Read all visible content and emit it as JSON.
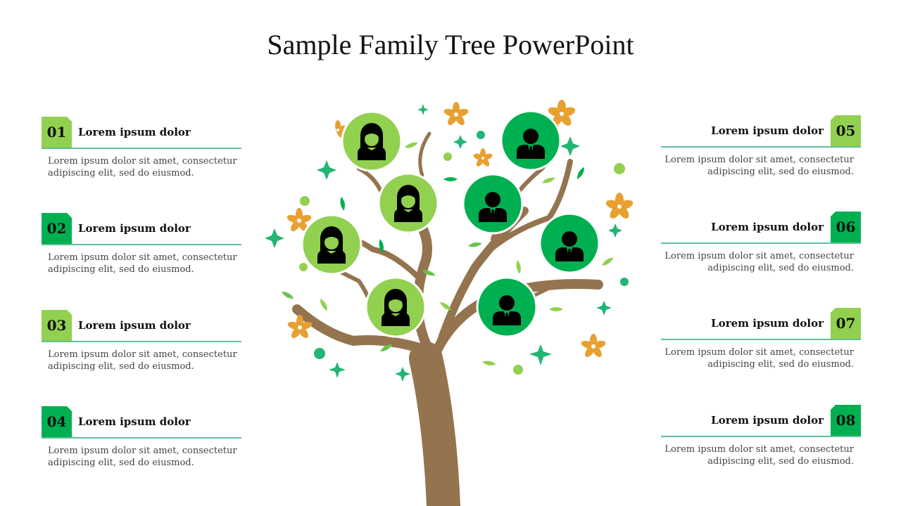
{
  "title": "Sample Family Tree PowerPoint",
  "items": [
    {
      "num": "01",
      "heading": "Lorem ipsum dolor",
      "text": "Lorem ipsum dolor sit amet, consectetur adipiscing elit, sed do eiusmod."
    },
    {
      "num": "02",
      "heading": "Lorem ipsum dolor",
      "text": "Lorem ipsum dolor sit amet, consectetur adipiscing elit, sed do eiusmod."
    },
    {
      "num": "03",
      "heading": "Lorem ipsum dolor",
      "text": "Lorem ipsum dolor sit amet, consectetur adipiscing elit, sed do eiusmod."
    },
    {
      "num": "04",
      "heading": "Lorem ipsum dolor",
      "text": "Lorem ipsum dolor sit amet, consectetur adipiscing elit, sed do eiusmod."
    },
    {
      "num": "05",
      "heading": "Lorem ipsum dolor",
      "text": "Lorem ipsum dolor sit amet, consectetur adipiscing elit, sed do eiusmod."
    },
    {
      "num": "06",
      "heading": "Lorem ipsum dolor",
      "text": "Lorem ipsum dolor sit amet, consectetur adipiscing elit, sed do eiusmod."
    },
    {
      "num": "07",
      "heading": "Lorem ipsum dolor",
      "text": "Lorem ipsum dolor sit amet, consectetur adipiscing elit, sed do eiusmod."
    },
    {
      "num": "08",
      "heading": "Lorem ipsum dolor",
      "text": "Lorem ipsum dolor sit amet, consectetur adipiscing elit, sed do eiusmod."
    }
  ],
  "colors": {
    "light_green": "#92d050",
    "dark_green": "#00b050",
    "trunk": "#94744f",
    "flower": "#e8a030",
    "teal": "#22b573"
  }
}
